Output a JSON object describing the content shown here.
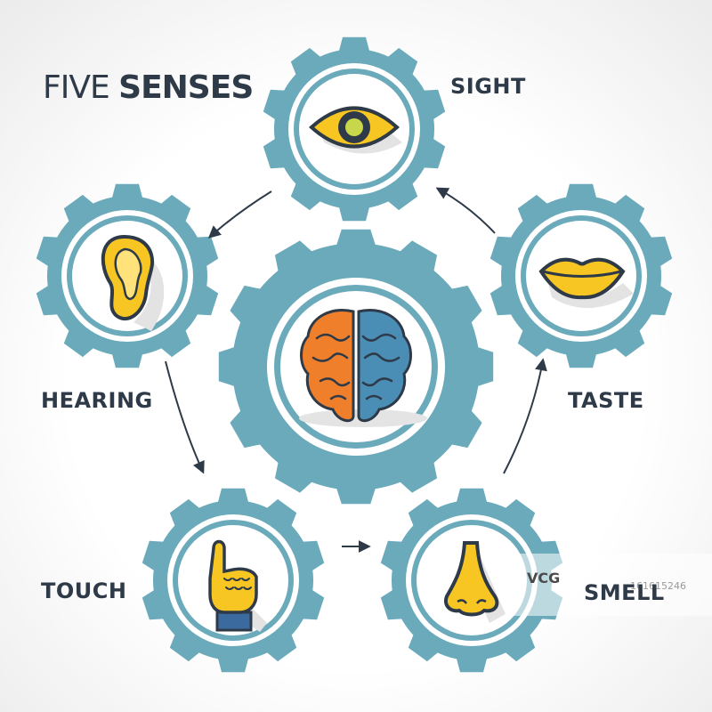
{
  "title": {
    "word1": "FIVE",
    "word2": "SENSES"
  },
  "senses": {
    "sight": "SIGHT",
    "hearing": "HEARING",
    "taste": "TASTE",
    "touch": "TOUCH",
    "smell": "SMELL"
  },
  "watermark": {
    "logo": "VCG",
    "id": "161615246"
  },
  "colors": {
    "gear": "#6aaabb",
    "gear_ring": "#ffffff",
    "icon_yellow": "#f7c623",
    "outline": "#2e3a48",
    "brain_left": "#f07f2c",
    "brain_right": "#4a8db5",
    "text": "#2e3a48"
  },
  "icons": {
    "center": "brain-icon",
    "sight": "eye-icon",
    "hearing": "ear-icon",
    "taste": "lips-icon",
    "touch": "pointing-hand-icon",
    "smell": "nose-icon"
  }
}
